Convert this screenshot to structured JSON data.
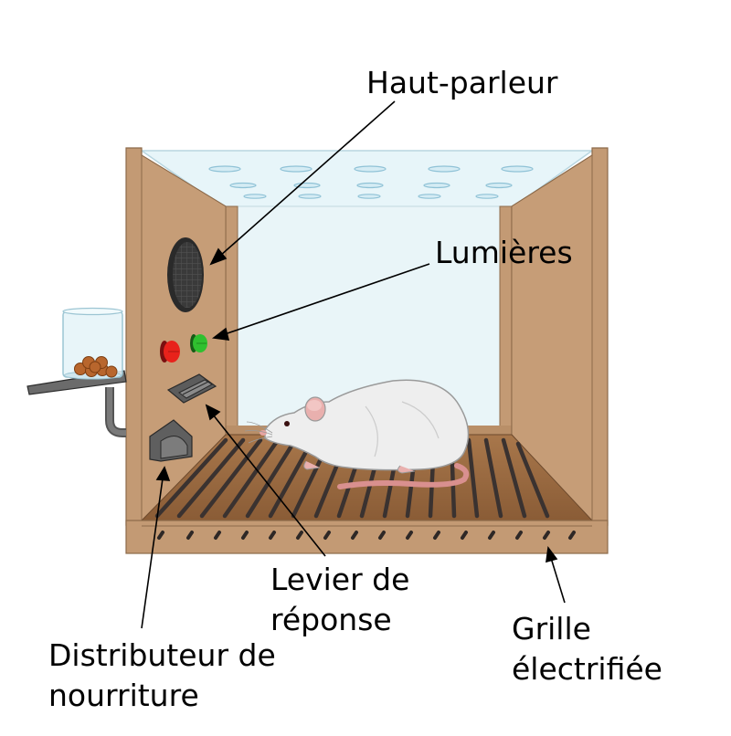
{
  "labels": {
    "speaker": "Haut-parleur",
    "lights": "Lumières",
    "lever": [
      "Levier de",
      "réponse"
    ],
    "grid": [
      "Grille",
      "électrifiée"
    ],
    "dispenser": [
      "Distributeur de",
      "nourriture"
    ]
  },
  "colors": {
    "wood": "#c39a74",
    "wood_dark": "#a77d55",
    "floor": "#9a6a42",
    "rod": "#3b3430",
    "glass": "#e6f4f8",
    "light_red": "#e8221b",
    "light_green": "#2fc02f",
    "metal": "#6f6f6f"
  }
}
